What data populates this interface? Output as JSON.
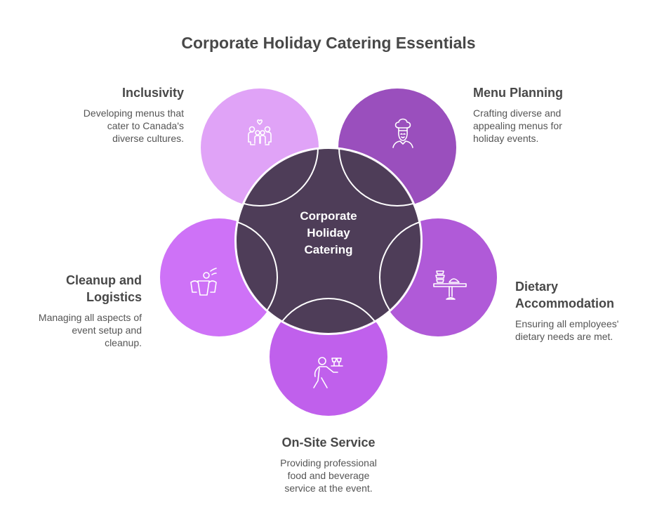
{
  "title": "Corporate Holiday Catering Essentials",
  "center": {
    "label": "Corporate Holiday Catering",
    "lines": [
      "Corporate",
      "Holiday",
      "Catering"
    ],
    "color": "#4e3d58"
  },
  "nodes": [
    {
      "id": "inclusivity",
      "title": "Inclusivity",
      "description_lines": [
        "Developing menus that",
        "cater to Canada's",
        "diverse cultures."
      ],
      "icon": "family-heart-icon",
      "color": "#e0a3f7"
    },
    {
      "id": "menu-planning",
      "title": "Menu Planning",
      "description_lines": [
        "Crafting diverse and",
        "appealing menus for",
        "holiday events."
      ],
      "icon": "chef-icon",
      "color": "#9a4fbd"
    },
    {
      "id": "cleanup-logistics",
      "title_lines": [
        "Cleanup and",
        "Logistics"
      ],
      "title": "Cleanup and Logistics",
      "description_lines": [
        "Managing all aspects of",
        "event setup and",
        "cleanup."
      ],
      "icon": "bins-person-icon",
      "color": "#ce72f7"
    },
    {
      "id": "dietary-accommodation",
      "title_lines": [
        "Dietary",
        "Accommodation"
      ],
      "title": "Dietary Accommodation",
      "description_lines": [
        "Ensuring all employees'",
        "dietary needs are met."
      ],
      "icon": "cake-stand-icon",
      "color": "#b05ad8"
    },
    {
      "id": "on-site-service",
      "title": "On-Site Service",
      "description_lines": [
        "Providing professional",
        "food and beverage",
        "service at the event."
      ],
      "icon": "waiter-icon",
      "color": "#c060ec"
    }
  ]
}
